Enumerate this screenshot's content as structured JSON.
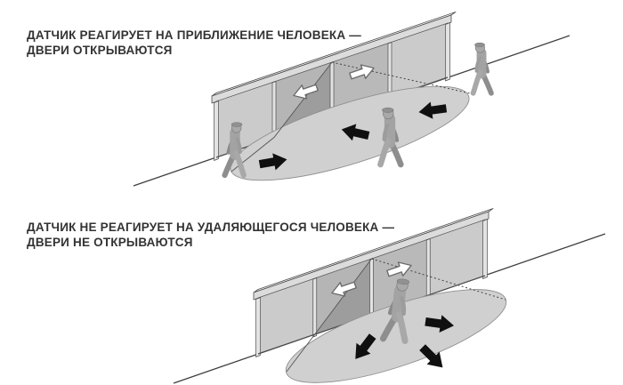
{
  "infographic": {
    "language": "ru",
    "subject": "automatic sliding door motion sensor behaviour"
  },
  "colors": {
    "background": "#ffffff",
    "title_text": "#333333",
    "outline": "#4d4d4d",
    "detection_zone_fill": "#d0d0d0",
    "glass_fixed_panel": "#cbcbcb",
    "glass_sliding_panel": "#b5b5b5",
    "movement_arrow": "#101010",
    "slide_arrow_fill": "#ffffff",
    "figure_gray": "#a3a3a3"
  },
  "icons": {
    "movement_arrow": "solid black arrow showing walking direction",
    "slide_arrow": "white outlined arrow on glass showing door sliding direction"
  },
  "panels": [
    {
      "id": "approach",
      "title_line1": "ДАТЧИК РЕАГИРУЕТ НА ПРИБЛИЖЕНИЕ ЧЕЛОВЕКА —",
      "title_line2": "ДВЕРИ ОТКРЫВАЮТСЯ",
      "scene": {
        "people_count": 3,
        "people_movement": "walking toward the door into the sensor zone",
        "movement_arrows": [
          "right toward door",
          "up-left toward door",
          "left toward door"
        ],
        "door_slide_arrows": [
          "left",
          "right"
        ],
        "sensor_zone": "ellipse on floor in front of doors"
      }
    },
    {
      "id": "depart",
      "title_line1": "ДАТЧИК НЕ РЕАГИРУЕТ НА УДАЛЯЮЩЕГОСЯ ЧЕЛОВЕКА —",
      "title_line2": "ДВЕРИ НЕ ОТКРЫВАЮТСЯ",
      "scene": {
        "people_count": 1,
        "people_movement": "walking away from the door out of the sensor zone",
        "movement_arrows": [
          "right away from door",
          "down-left away from door",
          "down-right away from door"
        ],
        "door_slide_arrows": [
          "left",
          "right"
        ],
        "sensor_zone": "ellipse on floor in front of doors"
      }
    }
  ]
}
